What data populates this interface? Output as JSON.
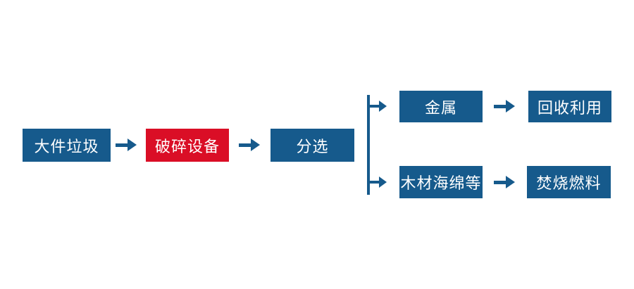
{
  "colors": {
    "primary_blue": "#165A8C",
    "highlight_red": "#DA0E26",
    "text_white": "#FFFFFF",
    "background": "#FFFFFF"
  },
  "icons": {
    "arrow_right": "→",
    "branch_connector": "vertical-line"
  },
  "diagram": {
    "main_flow": [
      {
        "label": "大件垃圾",
        "color": "blue"
      },
      {
        "label": "破碎设备",
        "color": "red"
      },
      {
        "label": "分选",
        "color": "blue"
      }
    ],
    "branches": [
      {
        "source": "金属",
        "destination": "回收利用"
      },
      {
        "source": "木材海绵等",
        "destination": "焚烧燃料"
      }
    ]
  }
}
